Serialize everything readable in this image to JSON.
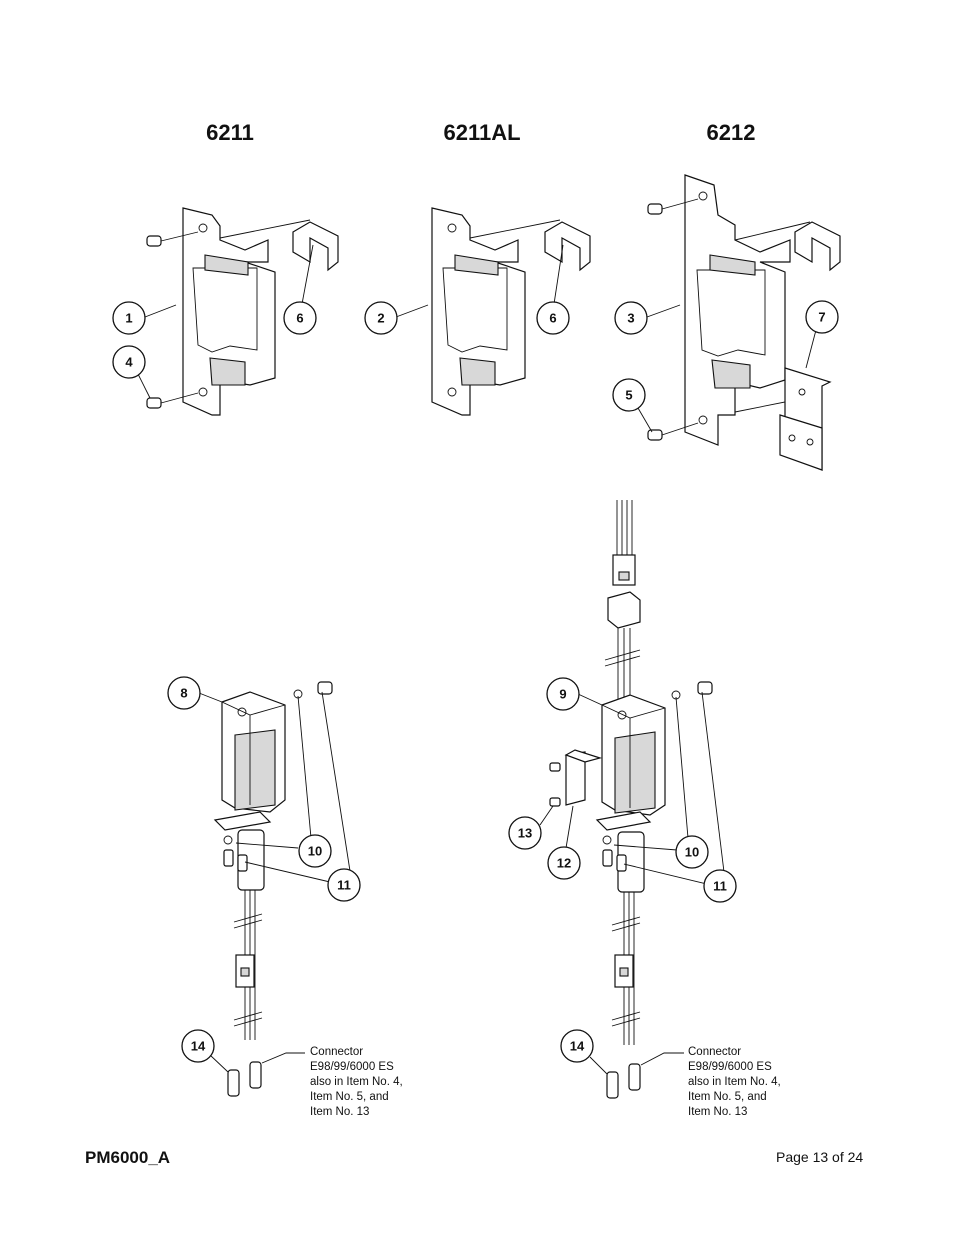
{
  "models": {
    "m1": "6211",
    "m2": "6211AL",
    "m3": "6212"
  },
  "callouts": {
    "c1": "1",
    "c2": "2",
    "c3": "3",
    "c4": "4",
    "c5": "5",
    "c6a": "6",
    "c6b": "6",
    "c7": "7",
    "c8": "8",
    "c9": "9",
    "c10a": "10",
    "c10b": "10",
    "c11a": "11",
    "c11b": "11",
    "c12": "12",
    "c13": "13",
    "c14a": "14",
    "c14b": "14"
  },
  "notes": {
    "left": [
      "Connector",
      "E98/99/6000 ES",
      "also in Item No. 4,",
      "Item No. 5, and",
      "Item No. 13"
    ],
    "right": [
      "Connector",
      "E98/99/6000 ES",
      "also in Item No. 4,",
      "Item No. 5, and",
      "Item No. 13"
    ]
  },
  "footer": {
    "doc_id": "PM6000_A",
    "page": "Page 13 of 24"
  }
}
